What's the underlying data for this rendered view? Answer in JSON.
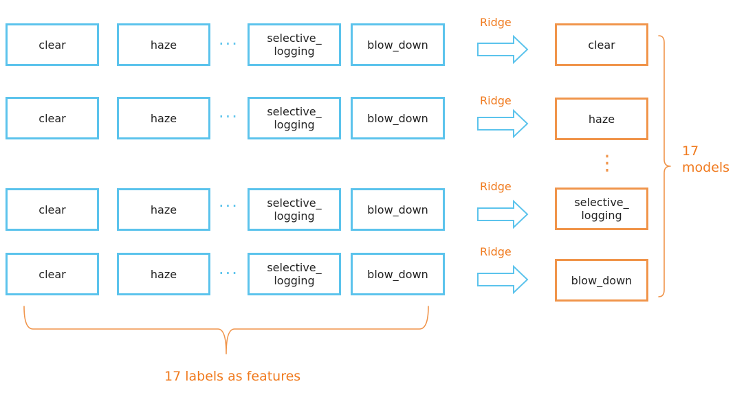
{
  "feature_rows": [
    {
      "labels": [
        "clear",
        "haze",
        "selective_\nlogging",
        "blow_down"
      ],
      "ellipsis": "···",
      "method": "Ridge"
    },
    {
      "labels": [
        "clear",
        "haze",
        "selective_\nlogging",
        "blow_down"
      ],
      "ellipsis": "···",
      "method": "Ridge"
    },
    {
      "labels": [
        "clear",
        "haze",
        "selective_\nlogging",
        "blow_down"
      ],
      "ellipsis": "···",
      "method": "Ridge"
    },
    {
      "labels": [
        "clear",
        "haze",
        "selective_\nlogging",
        "blow_down"
      ],
      "ellipsis": "···",
      "method": "Ridge"
    }
  ],
  "models": [
    "clear",
    "haze",
    "selective_\nlogging",
    "blow_down"
  ],
  "model_ellipsis": "⋮",
  "models_caption": "17\nmodels",
  "features_caption": "17 labels as features",
  "colors": {
    "feature_border": "#5bc3ec",
    "model_border": "#f0944a",
    "accent_text": "#f07a1e"
  }
}
